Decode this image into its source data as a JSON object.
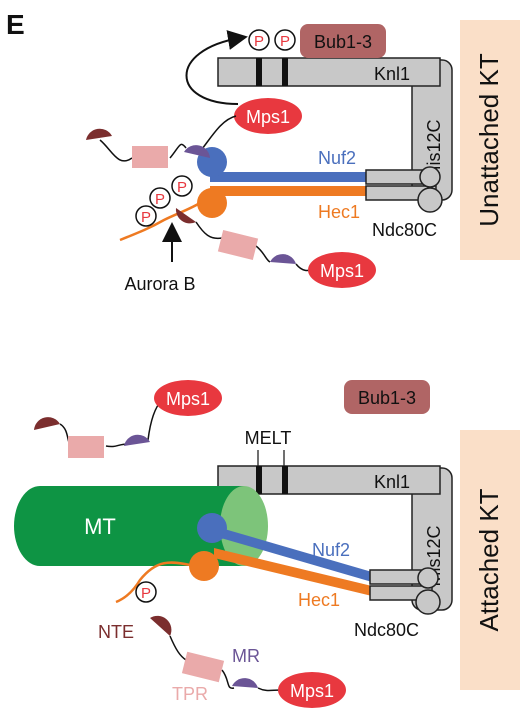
{
  "panel_letter": "E",
  "colors": {
    "knl1": "#c8c8c8",
    "mis12c": "#c8c8c8",
    "outline": "#222222",
    "nuf2": "#4a6fbd",
    "hec1": "#ee7a22",
    "mps1": "#e8383f",
    "bub": "#b06565",
    "kt_box": "#fadfc8",
    "mt_dark": "#0e9444",
    "mt_light": "#7dc47a",
    "nte": "#7b2e2e",
    "mr": "#6b5596",
    "tpr": "#eaaaaa",
    "phospho": "#e8383f"
  },
  "unattached": {
    "side_label": "Unattached KT",
    "knl1": "Knl1",
    "mis12c": "Mis12C",
    "nuf2": "Nuf2",
    "hec1": "Hec1",
    "ndc80c": "Ndc80C",
    "bub": "Bub1-3",
    "mps1_top": "Mps1",
    "mps1_bottom": "Mps1",
    "aurora": "Aurora B",
    "phospho": "P"
  },
  "attached": {
    "side_label": "Attached KT",
    "knl1": "Knl1",
    "mis12c": "Mis12C",
    "nuf2": "Nuf2",
    "hec1": "Hec1",
    "ndc80c": "Ndc80C",
    "bub": "Bub1-3",
    "melt": "MELT",
    "mt": "MT",
    "mps1_top": "Mps1",
    "mps1_bottom": "Mps1",
    "nte": "NTE",
    "mr": "MR",
    "tpr": "TPR",
    "phospho": "P"
  }
}
